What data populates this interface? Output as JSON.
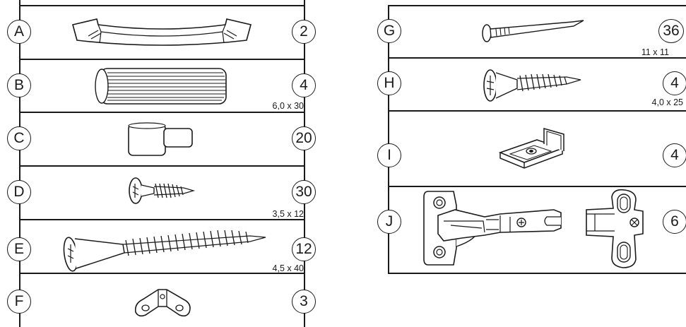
{
  "left_panel": {
    "rows": [
      {
        "letter": "A",
        "qty": "2",
        "size": "",
        "icon": "handle-icon"
      },
      {
        "letter": "B",
        "qty": "4",
        "size": "6,0 x 30",
        "icon": "wooden-dowel-icon"
      },
      {
        "letter": "C",
        "qty": "20",
        "size": "",
        "icon": "shelf-pin-icon"
      },
      {
        "letter": "D",
        "qty": "30",
        "size": "3,5 x 12",
        "icon": "short-screw-icon"
      },
      {
        "letter": "E",
        "qty": "12",
        "size": "4,5 x 40",
        "icon": "long-screw-icon"
      },
      {
        "letter": "F",
        "qty": "3",
        "size": "",
        "icon": "angle-bracket-icon"
      }
    ]
  },
  "right_panel": {
    "rows": [
      {
        "letter": "G",
        "qty": "36",
        "size": "11 x 11",
        "icon": "nail-icon"
      },
      {
        "letter": "H",
        "qty": "4",
        "size": "4,0 x 25",
        "icon": "screw-icon"
      },
      {
        "letter": "I",
        "qty": "4",
        "size": "",
        "icon": "clip-bracket-icon"
      },
      {
        "letter": "J",
        "qty": "6",
        "size": "",
        "icon": "hinge-icon"
      }
    ]
  }
}
